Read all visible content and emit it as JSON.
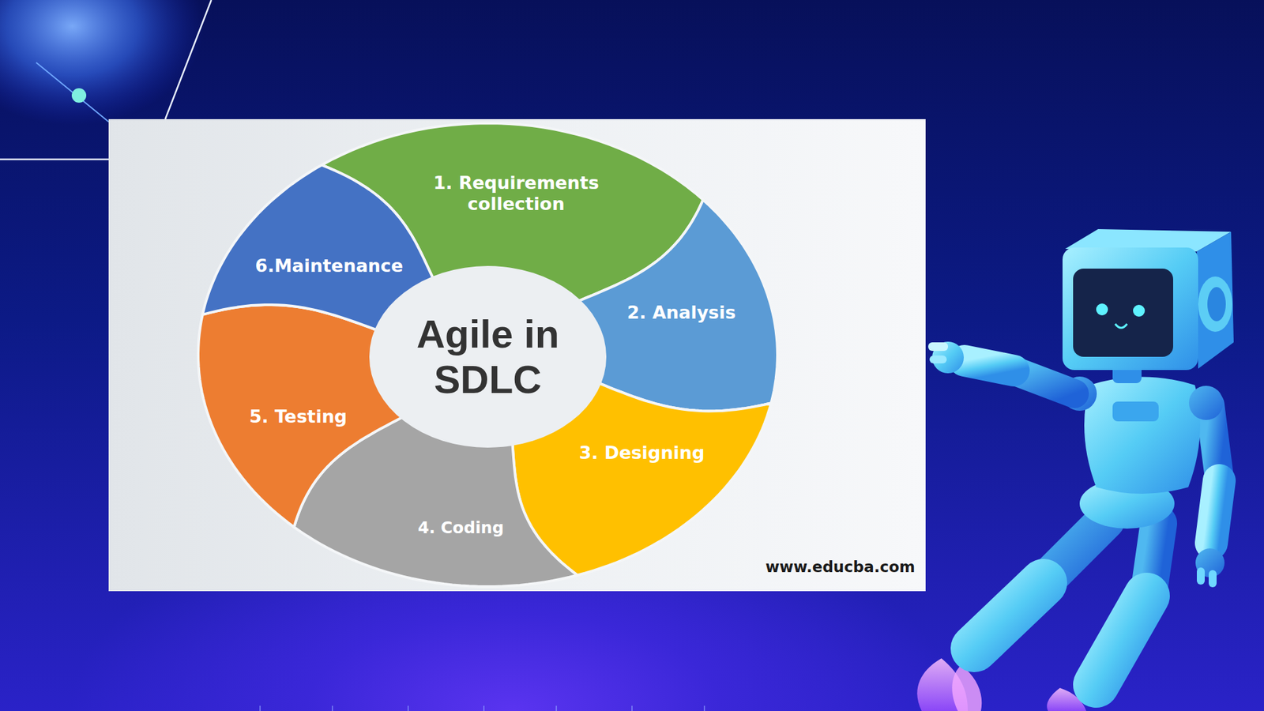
{
  "diagram": {
    "nodes": [
      {
        "text": [
          "1. Requirements collection"
        ]
      },
      {
        "text": [
          "2. Analysis"
        ]
      },
      {
        "text": [
          "3. Designing"
        ]
      },
      {
        "text": [
          "4. Coding"
        ]
      },
      {
        "text": [
          "5. Testing"
        ]
      },
      {
        "text": [
          "6.Maintenance"
        ]
      },
      {
        "text": [
          "Agile in SDLC"
        ]
      }
    ],
    "labels": [
      "www.educba.com"
    ]
  }
}
